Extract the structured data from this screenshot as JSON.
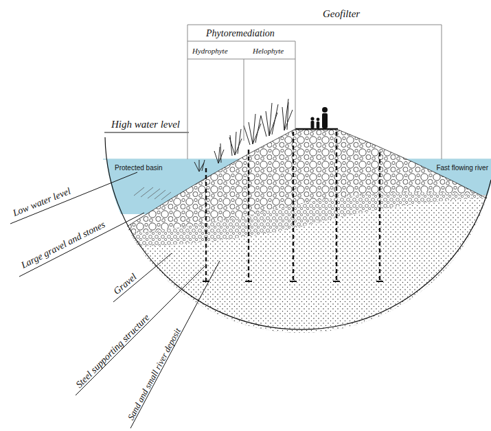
{
  "diagram": {
    "labels": [
      "Geofilter",
      "Phytoremediation",
      "Hydrophyte",
      "Helophyte",
      "High water level",
      "Protected basin",
      "Fast flowing river",
      "Low water level",
      "Large gravel and stones",
      "Gravel",
      "Steel supporting structure",
      "Sand and small river deposit"
    ]
  }
}
